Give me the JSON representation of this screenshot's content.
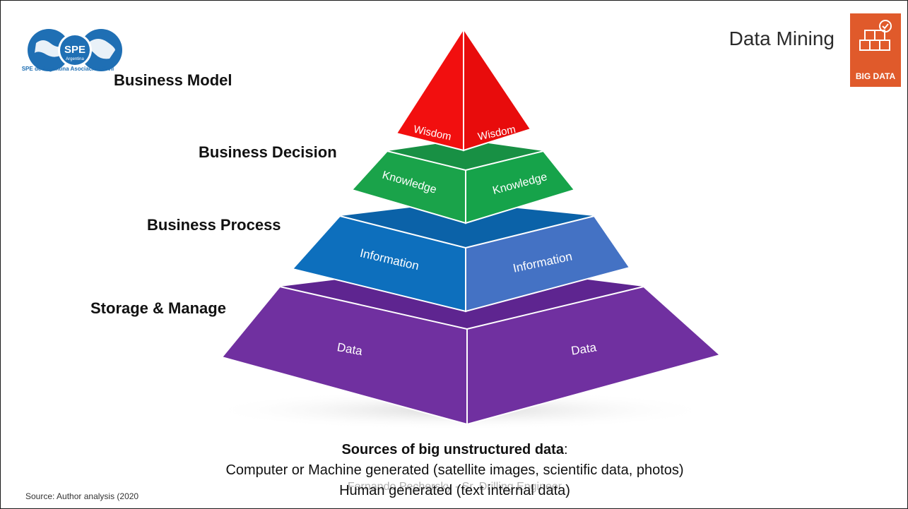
{
  "slide": {
    "title": "Data Mining",
    "logo": {
      "text": "SPE",
      "subtext": "Argentina",
      "caption": "SPE de Argentina Asociación Civil"
    },
    "badge": {
      "label": "BIG DATA",
      "color": "#e05a2b"
    }
  },
  "pyramid": {
    "levels": [
      {
        "name": "Business Model",
        "left": "Wisdom",
        "right": "Wisdom",
        "color_left": "#f20f0f",
        "color_right": "#e80c0c"
      },
      {
        "name": "Business Decision",
        "left": "Knowledge",
        "right": "Knowledge",
        "color_left": "#1aa34a",
        "color_right": "#16a34a"
      },
      {
        "name": "Business Process",
        "left": "Information",
        "right": "Information",
        "color_left": "#0d6fbd",
        "color_right": "#4472c4"
      },
      {
        "name": "Storage & Manage",
        "left": "Data",
        "right": "Data",
        "color_left": "#7030a0",
        "color_right": "#7030a0"
      }
    ]
  },
  "sources": {
    "heading": "Sources of big unstructured data",
    "heading_suffix": ":",
    "line1": "Computer or Machine generated (satellite images, scientific data, photos)",
    "line2": "Human generated (text internal data)"
  },
  "footer": {
    "source": "Source: Author analysis (2020",
    "center": "Fernando Pechersky - Sr. Drilling Engineer"
  }
}
